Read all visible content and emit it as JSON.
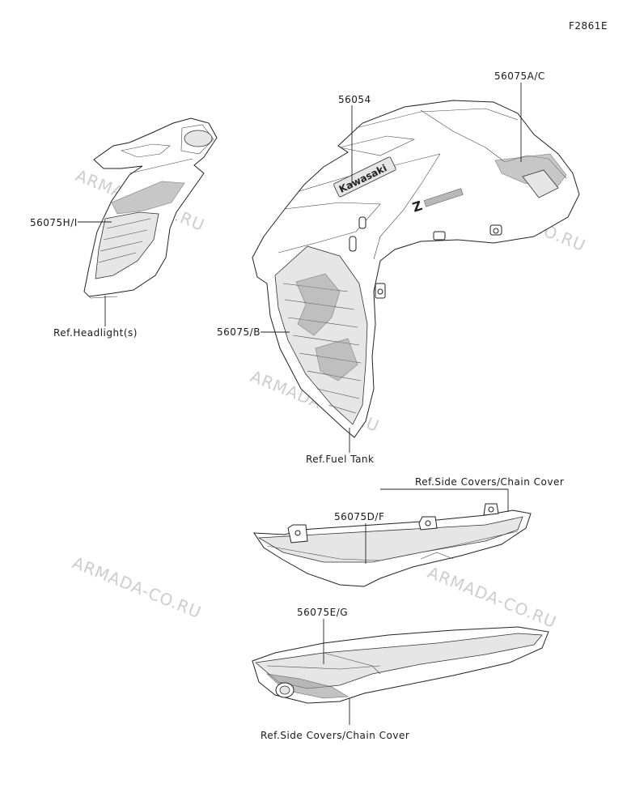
{
  "figure_code": "F2861E",
  "watermark": "ARMADA-CO.RU",
  "callouts": {
    "headlight_decal": "56075H/I",
    "headlight_ref": "Ref.Headlight(s)",
    "emblem": "56054",
    "tank_upper": "56075A/C",
    "tank_side": "56075/B",
    "fuel_tank_ref": "Ref.Fuel Tank",
    "side_cover_ref_upper": "Ref.Side Covers/Chain Cover",
    "side_cover_upper": "56075D/F",
    "side_cover_lower": "56075E/G",
    "side_cover_ref_lower": "Ref.Side Covers/Chain Cover"
  },
  "decal_text": {
    "brand": "Kawasaki",
    "model_mark": "Z"
  }
}
